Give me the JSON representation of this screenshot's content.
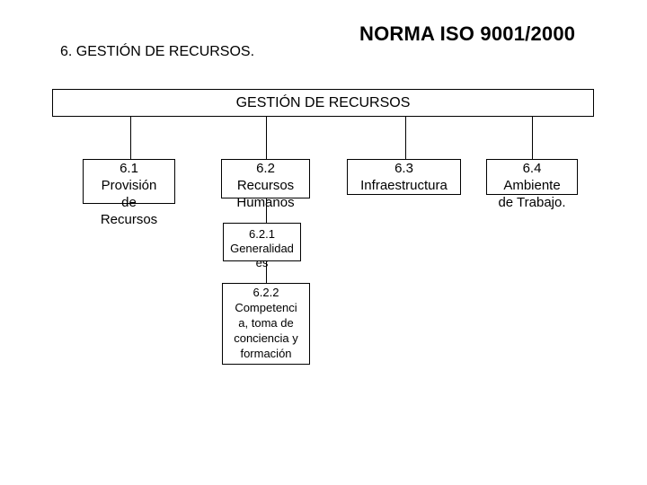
{
  "titles": {
    "main": "NORMA ISO 9001/2000",
    "section": "6. GESTIÓN DE RECURSOS."
  },
  "diagram": {
    "root": "GESTIÓN DE RECURSOS",
    "nodes": {
      "n61": "6.1\nProvisión\nde\nRecursos",
      "n62": "6.2\nRecursos\nHumanos",
      "n63": "6.3\nInfraestructura",
      "n64": "6.4\nAmbiente\nde Trabajo.",
      "n621": "6.2.1\nGeneralidad\nes",
      "n622": "6.2.2\nCompetenci\na, toma de\nconciencia y\nformación"
    }
  }
}
